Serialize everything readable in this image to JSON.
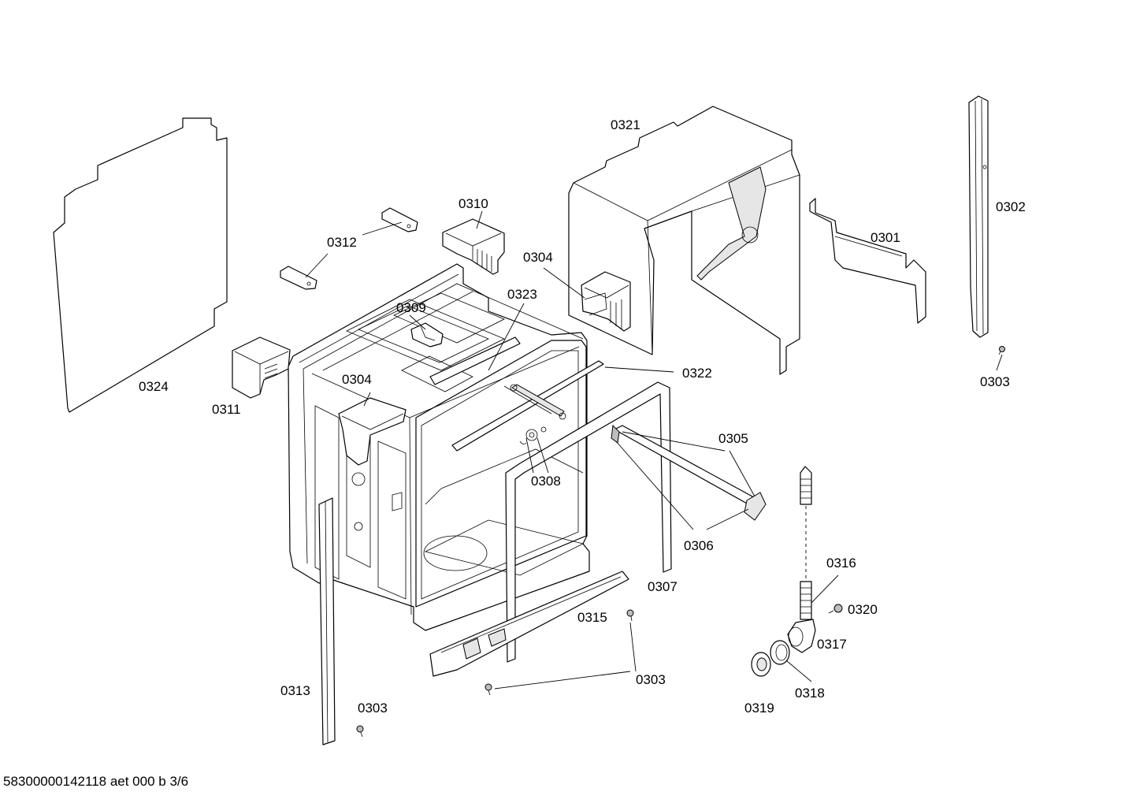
{
  "labels": {
    "p0301": "0301",
    "p0302": "0302",
    "p0303_a": "0303",
    "p0303_b": "0303",
    "p0303_c": "0303",
    "p0304_a": "0304",
    "p0304_b": "0304",
    "p0305": "0305",
    "p0306": "0306",
    "p0307": "0307",
    "p0308": "0308",
    "p0309": "0309",
    "p0310": "0310",
    "p0311": "0311",
    "p0312": "0312",
    "p0313": "0313",
    "p0315": "0315",
    "p0316": "0316",
    "p0317": "0317",
    "p0318": "0318",
    "p0319": "0319",
    "p0320": "0320",
    "p0321": "0321",
    "p0322": "0322",
    "p0323": "0323",
    "p0324": "0324"
  },
  "footer": "58300000142118 aet 000 b 3/6"
}
